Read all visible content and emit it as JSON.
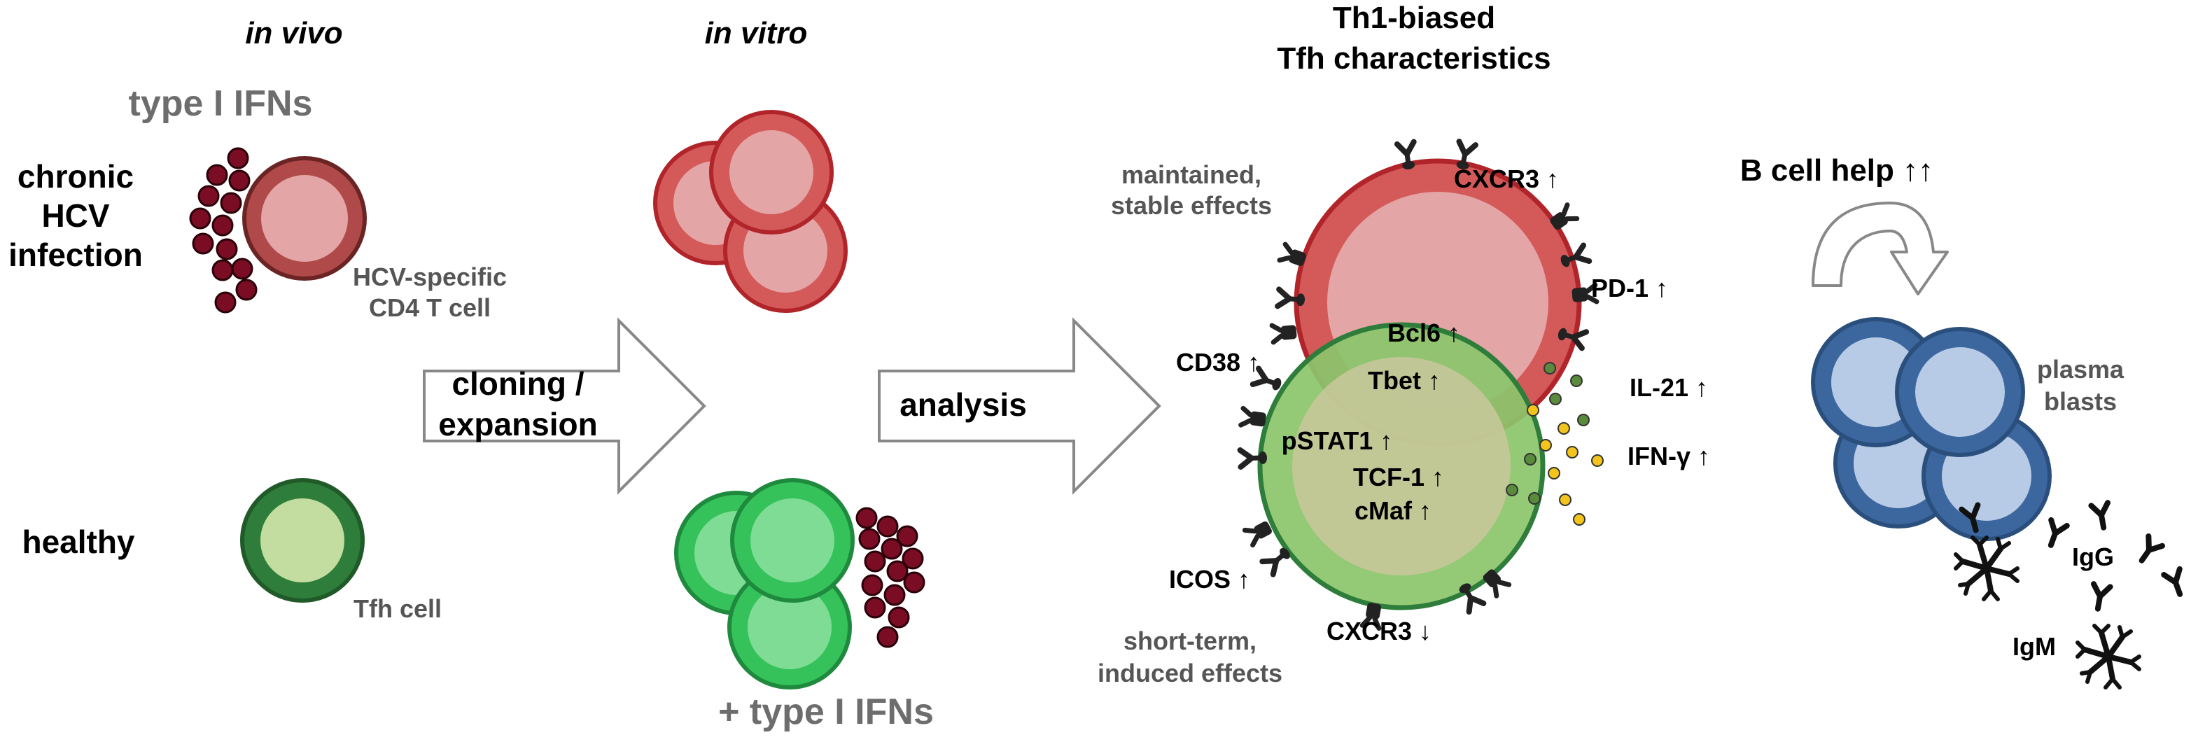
{
  "headers": {
    "in_vivo": "in vivo",
    "in_vitro": "in vitro",
    "th1_line1": "Th1-biased",
    "th1_line2": "Tfh characteristics"
  },
  "left": {
    "type1_ifns": "type I IFNs",
    "chronic": [
      "chronic",
      "HCV",
      "infection"
    ],
    "hcv_cell": [
      "HCV-specific",
      "CD4 T cell"
    ],
    "healthy": "healthy",
    "tfh_cell": "Tfh cell"
  },
  "middle": {
    "cloning": [
      "cloning /",
      "expansion"
    ],
    "plus_ifns": "+ type I IFNs",
    "analysis": "analysis"
  },
  "cell": {
    "maintained": [
      "maintained,",
      "stable effects"
    ],
    "short_term": [
      "short-term,",
      "induced effects"
    ],
    "bcl6": "Bcl6 ↑",
    "tbet": "Tbet ↑",
    "pstat1": "pSTAT1 ↑",
    "tcf1": "TCF-1 ↑",
    "cmaf": "cMaf ↑",
    "cxcr3_up": "CXCR3 ↑",
    "pd1": "PD-1 ↑",
    "cd38": "CD38 ↑",
    "il21": "IL-21 ↑",
    "ifng": "IFN-γ ↑",
    "icos": "ICOS ↑",
    "cxcr3_down": "CXCR3 ↓"
  },
  "right": {
    "bcell_help": "B cell help  ↑↑",
    "plasma": [
      "plasma",
      "blasts"
    ],
    "igg": "IgG",
    "igm": "IgM"
  },
  "colors": {
    "red_edge": "#b0242a",
    "red_fill": "#d45a5a",
    "red_inner": "#e4a5a6",
    "dark_red_edge": "#6b2424",
    "dark_red_fill": "#a83c3c",
    "virus": "#7a0d24",
    "green_dark": "#2e7d3a",
    "green_light": "#c3dca0",
    "green_bright": "#35c25a",
    "green_bright_inner": "#7fdc95",
    "blue_edge": "#2a4f7c",
    "blue_fill": "#3c679e",
    "blue_inner": "#b8cbe6",
    "cytokine_green": "#5a8a3c",
    "cytokine_yellow": "#f2c41c"
  }
}
